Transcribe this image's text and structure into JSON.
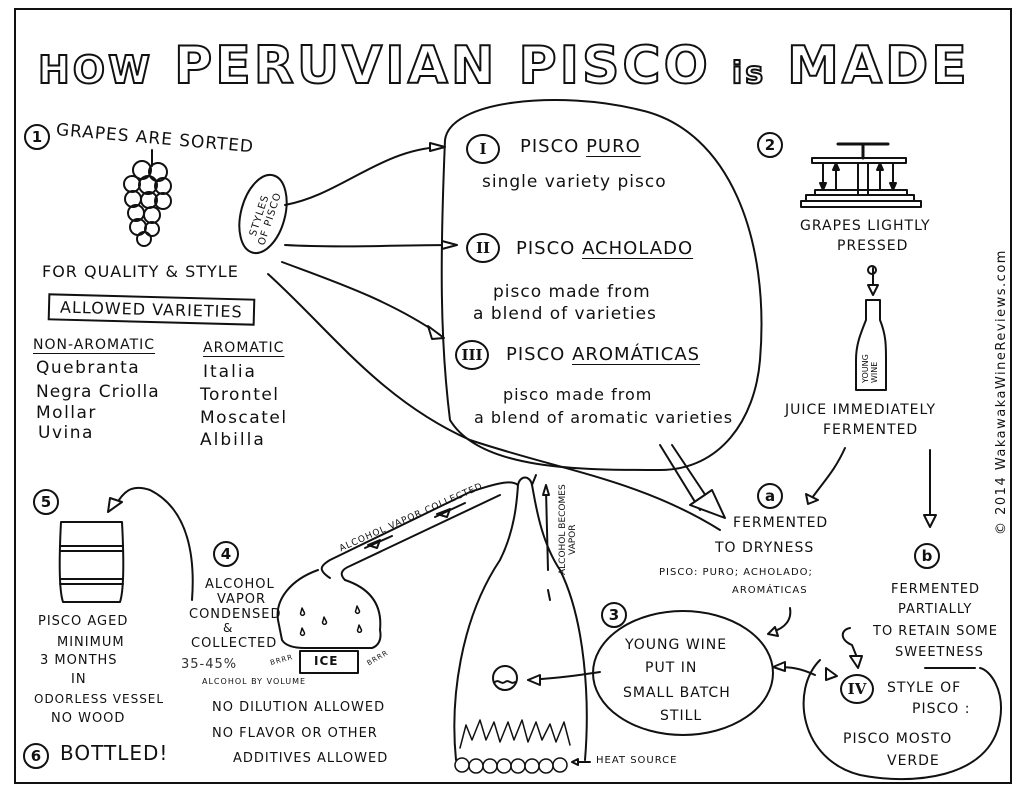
{
  "title": {
    "word1": "HOW",
    "word2": "PERUVIAN",
    "word3": "PISCO",
    "word4": "is",
    "word5": "MADE",
    "full": "HOW PERUVIAN PISCO is MADE"
  },
  "credit": "© 2014  WakawakaWineReviews.com",
  "step1": {
    "number": "1",
    "heading": "GRAPES ARE SORTED",
    "subheading": "FOR QUALITY & STYLE",
    "varieties_box": "ALLOWED VARIETIES",
    "non_aromatic_header": "NON-AROMATIC",
    "non_aromatic": [
      "Quebranta",
      "Negra Criolla",
      "Mollar",
      "Uvina"
    ],
    "aromatic_header": "AROMATIC",
    "aromatic": [
      "Italia",
      "Torontel",
      "Moscatel",
      "Albilla"
    ]
  },
  "styles_hub": {
    "label_line1": "STYLES",
    "label_line2": "OF PISCO"
  },
  "styles": [
    {
      "numeral": "I",
      "name_prefix": "PISCO",
      "name": "PURO",
      "description_lines": [
        "single variety pisco"
      ]
    },
    {
      "numeral": "II",
      "name_prefix": "PISCO",
      "name": "ACHOLADO",
      "description_lines": [
        "pisco made from",
        "a blend of varieties"
      ]
    },
    {
      "numeral": "III",
      "name_prefix": "PISCO",
      "name": "AROMÁTICAS",
      "description_lines": [
        "pisco made from",
        "a blend of aromatic varieties"
      ]
    }
  ],
  "step2": {
    "number": "2",
    "heading_line1": "GRAPES LIGHTLY",
    "heading_line2": "PRESSED",
    "bottle_line1": "YOUNG",
    "bottle_line2": "WINE",
    "juice_line1": "JUICE IMMEDIATELY",
    "juice_line2": "FERMENTED"
  },
  "branch_a": {
    "letter": "a",
    "line1": "FERMENTED",
    "line2": "TO DRYNESS",
    "note_line1": "PISCO: PURO; ACHOLADO;",
    "note_line2": "AROMÁTICAS"
  },
  "branch_b": {
    "letter": "b",
    "line1": "FERMENTED",
    "line2": "PARTIALLY",
    "line3": "TO RETAIN SOME",
    "line4": "SWEETNESS"
  },
  "style4": {
    "numeral": "IV",
    "line1": "STYLE OF",
    "line2": "PISCO :",
    "line3": "PISCO MOSTO",
    "line4": "VERDE"
  },
  "step3": {
    "number": "3",
    "lines": [
      "YOUNG WINE",
      "PUT IN",
      "SMALL BATCH",
      "STILL"
    ]
  },
  "still": {
    "vapor_collected": "ALCOHOL VAPOR COLLECTED",
    "becomes_vapor_line1": "ALCOHOL BECOMES",
    "becomes_vapor_line2": "VAPOR",
    "heat_source": "HEAT SOURCE",
    "ice": "ICE",
    "brrr_left": "BRRR",
    "brrr_right": "BRRR"
  },
  "step4": {
    "number": "4",
    "lines": [
      "ALCOHOL",
      "VAPOR",
      "CONDENSED",
      "&",
      "COLLECTED"
    ],
    "abv": "35-45%",
    "abv_label": "ALCOHOL BY VOLUME",
    "rule1": "NO DILUTION ALLOWED",
    "rule2_line1": "NO FLAVOR OR OTHER",
    "rule2_line2": "ADDITIVES ALLOWED"
  },
  "step5": {
    "number": "5",
    "lines": [
      "PISCO AGED",
      "MINIMUM",
      "3 MONTHS",
      "IN",
      "ODORLESS VESSEL",
      "NO WOOD"
    ]
  },
  "step6": {
    "number": "6",
    "label": "BOTTLED!"
  },
  "colors": {
    "ink": "#111111",
    "paper": "#ffffff"
  }
}
